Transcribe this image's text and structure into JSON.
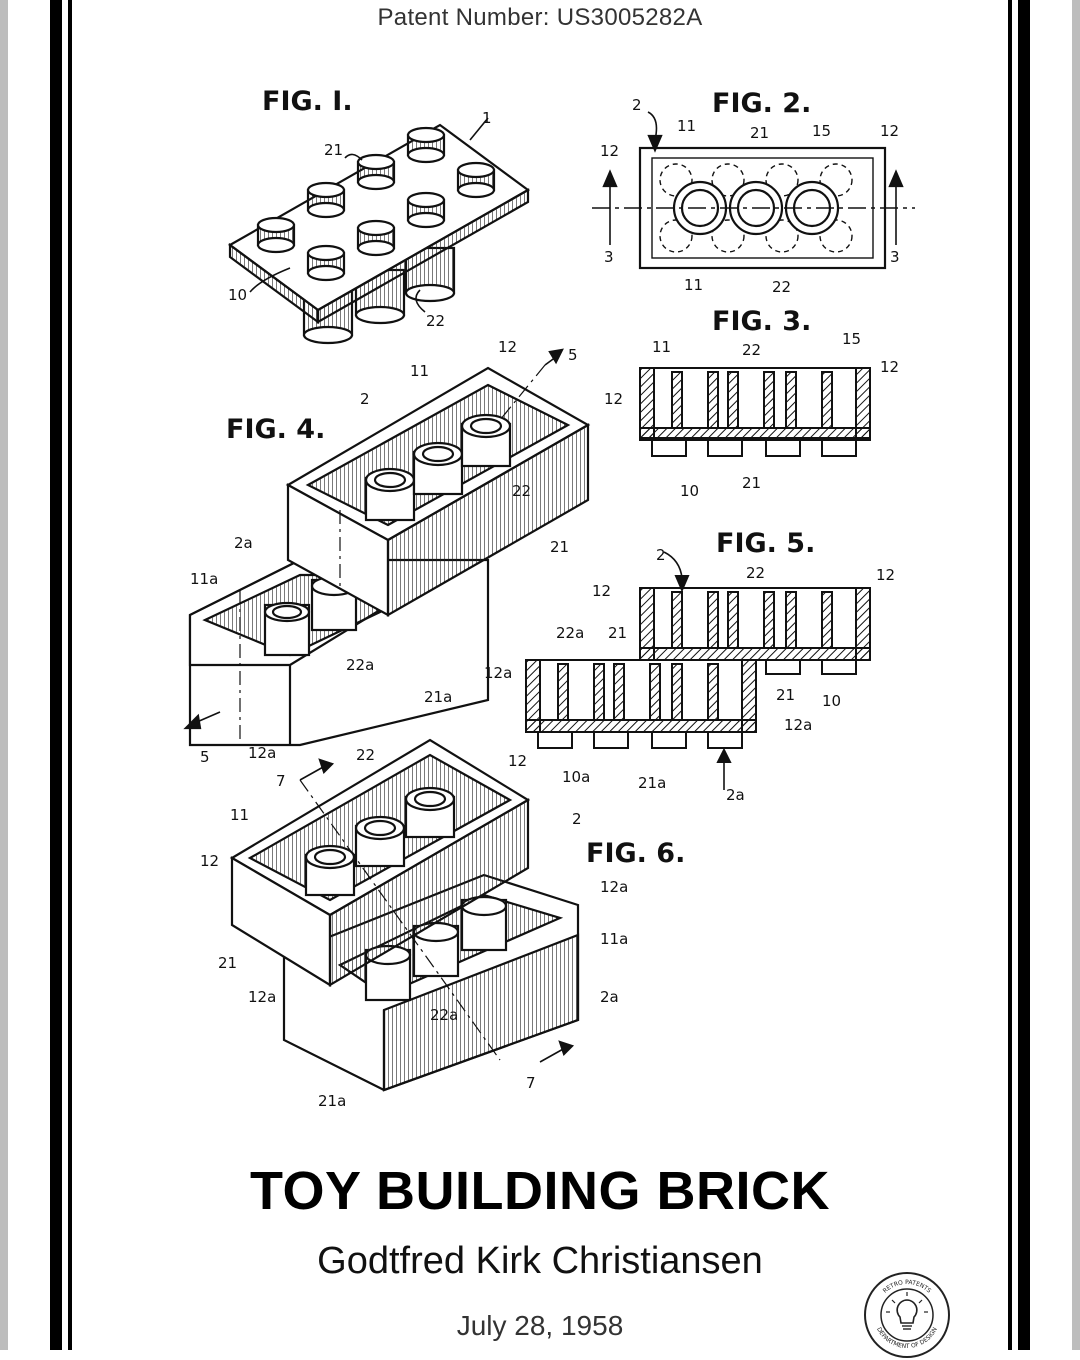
{
  "header": {
    "patent_number": "Patent Number: US3005282A"
  },
  "figures": {
    "fig1": "FIG. I.",
    "fig2": "FIG. 2.",
    "fig3": "FIG. 3.",
    "fig4": "FIG. 4.",
    "fig5": "FIG. 5.",
    "fig6": "FIG. 6."
  },
  "references": {
    "r1": "1",
    "r2": "2",
    "r2a": "2a",
    "r3": "3",
    "r5": "5",
    "r7": "7",
    "r10": "10",
    "r10a": "10a",
    "r11": "11",
    "r11a": "11a",
    "r12": "12",
    "r12a": "12a",
    "r15": "15",
    "r21": "21",
    "r21a": "21a",
    "r22": "22",
    "r22a": "22a"
  },
  "title": "TOY BUILDING BRICK",
  "inventor": "Godtfred Kirk Christiansen",
  "date": "July 28, 1958",
  "seal": {
    "top_text": "RETRO PATENTS",
    "bottom_text": "DEPARTMENT OF DESIGN"
  }
}
